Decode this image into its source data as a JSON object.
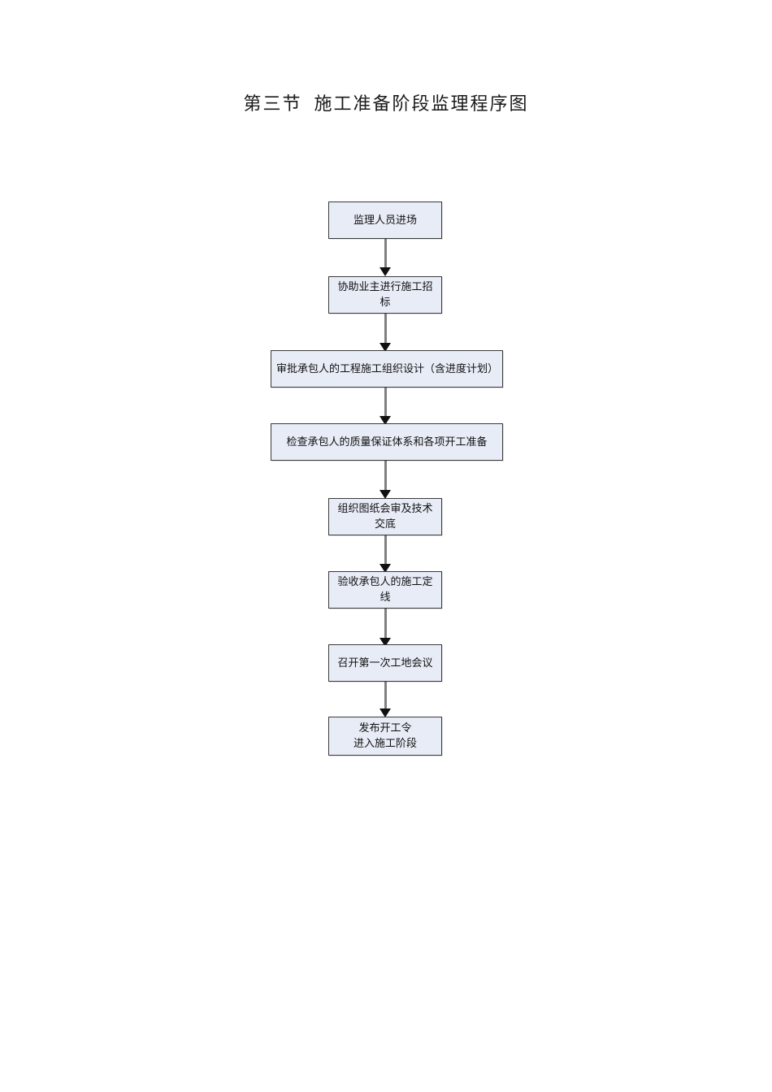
{
  "document": {
    "title": "第三节  施工准备阶段监理程序图",
    "page_background": "#ffffff"
  },
  "diagram": {
    "type": "flowchart",
    "orientation": "top-to-bottom",
    "node_fill": "#e8ecf7",
    "node_border": "#3a3a3a",
    "connector_color": "#808080",
    "arrowhead_color": "#111111",
    "nodes": [
      {
        "id": "node-1",
        "label": "监理人员进场",
        "width": "narrow"
      },
      {
        "id": "node-2",
        "label": "协助业主进行施工招标",
        "width": "narrow"
      },
      {
        "id": "node-3",
        "label": "审批承包人的工程施工组织设计（含进度计划）",
        "width": "wide"
      },
      {
        "id": "node-4",
        "label": "检查承包人的质量保证体系和各项开工准备",
        "width": "wide"
      },
      {
        "id": "node-5",
        "label": "组织图纸会审及技术交底",
        "width": "narrow"
      },
      {
        "id": "node-6",
        "label": "验收承包人的施工定线",
        "width": "narrow"
      },
      {
        "id": "node-7",
        "label": "召开第一次工地会议",
        "width": "narrow"
      },
      {
        "id": "node-8",
        "label": "发布开工令\n进入施工阶段",
        "width": "narrow"
      }
    ],
    "edges": [
      {
        "from": "node-1",
        "to": "node-2"
      },
      {
        "from": "node-2",
        "to": "node-3"
      },
      {
        "from": "node-3",
        "to": "node-4"
      },
      {
        "from": "node-4",
        "to": "node-5"
      },
      {
        "from": "node-5",
        "to": "node-6"
      },
      {
        "from": "node-6",
        "to": "node-7"
      },
      {
        "from": "node-7",
        "to": "node-8"
      }
    ]
  }
}
